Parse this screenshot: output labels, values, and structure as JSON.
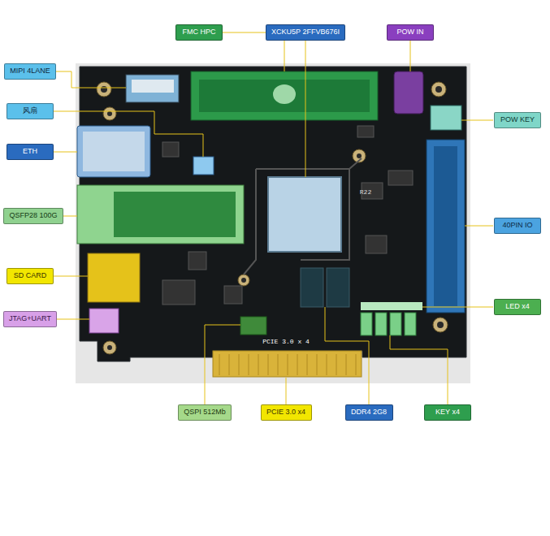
{
  "diagram": {
    "nodes": [
      {
        "text": [
          "FMC HPC"
        ]
      },
      {
        "text": [
          "XCKU5P 2FFVB676I"
        ]
      },
      {
        "text": [
          "POW IN"
        ]
      },
      {
        "text": [
          "MIPI 4LANE"
        ]
      },
      {
        "text": [
          "风扇"
        ]
      },
      {
        "text": [
          "POW KEY"
        ]
      },
      {
        "text": [
          "ETH"
        ]
      },
      {
        "text": [
          "QSFP28 100G"
        ]
      },
      {
        "text": [
          "40PIN IO"
        ]
      },
      {
        "text": [
          "SD CARD"
        ]
      },
      {
        "text": [
          "LED x4"
        ]
      },
      {
        "text": [
          "JTAG+UART"
        ]
      },
      {
        "text": [
          "QSPI 512Mb"
        ]
      },
      {
        "text": [
          "PCIE 3.0 x4"
        ]
      },
      {
        "text": [
          "DDR4 2G8"
        ]
      },
      {
        "text": [
          "KEY x4"
        ]
      }
    ],
    "labels": [
      "PCIE 3.0 x 4",
      "R22"
    ]
  }
}
